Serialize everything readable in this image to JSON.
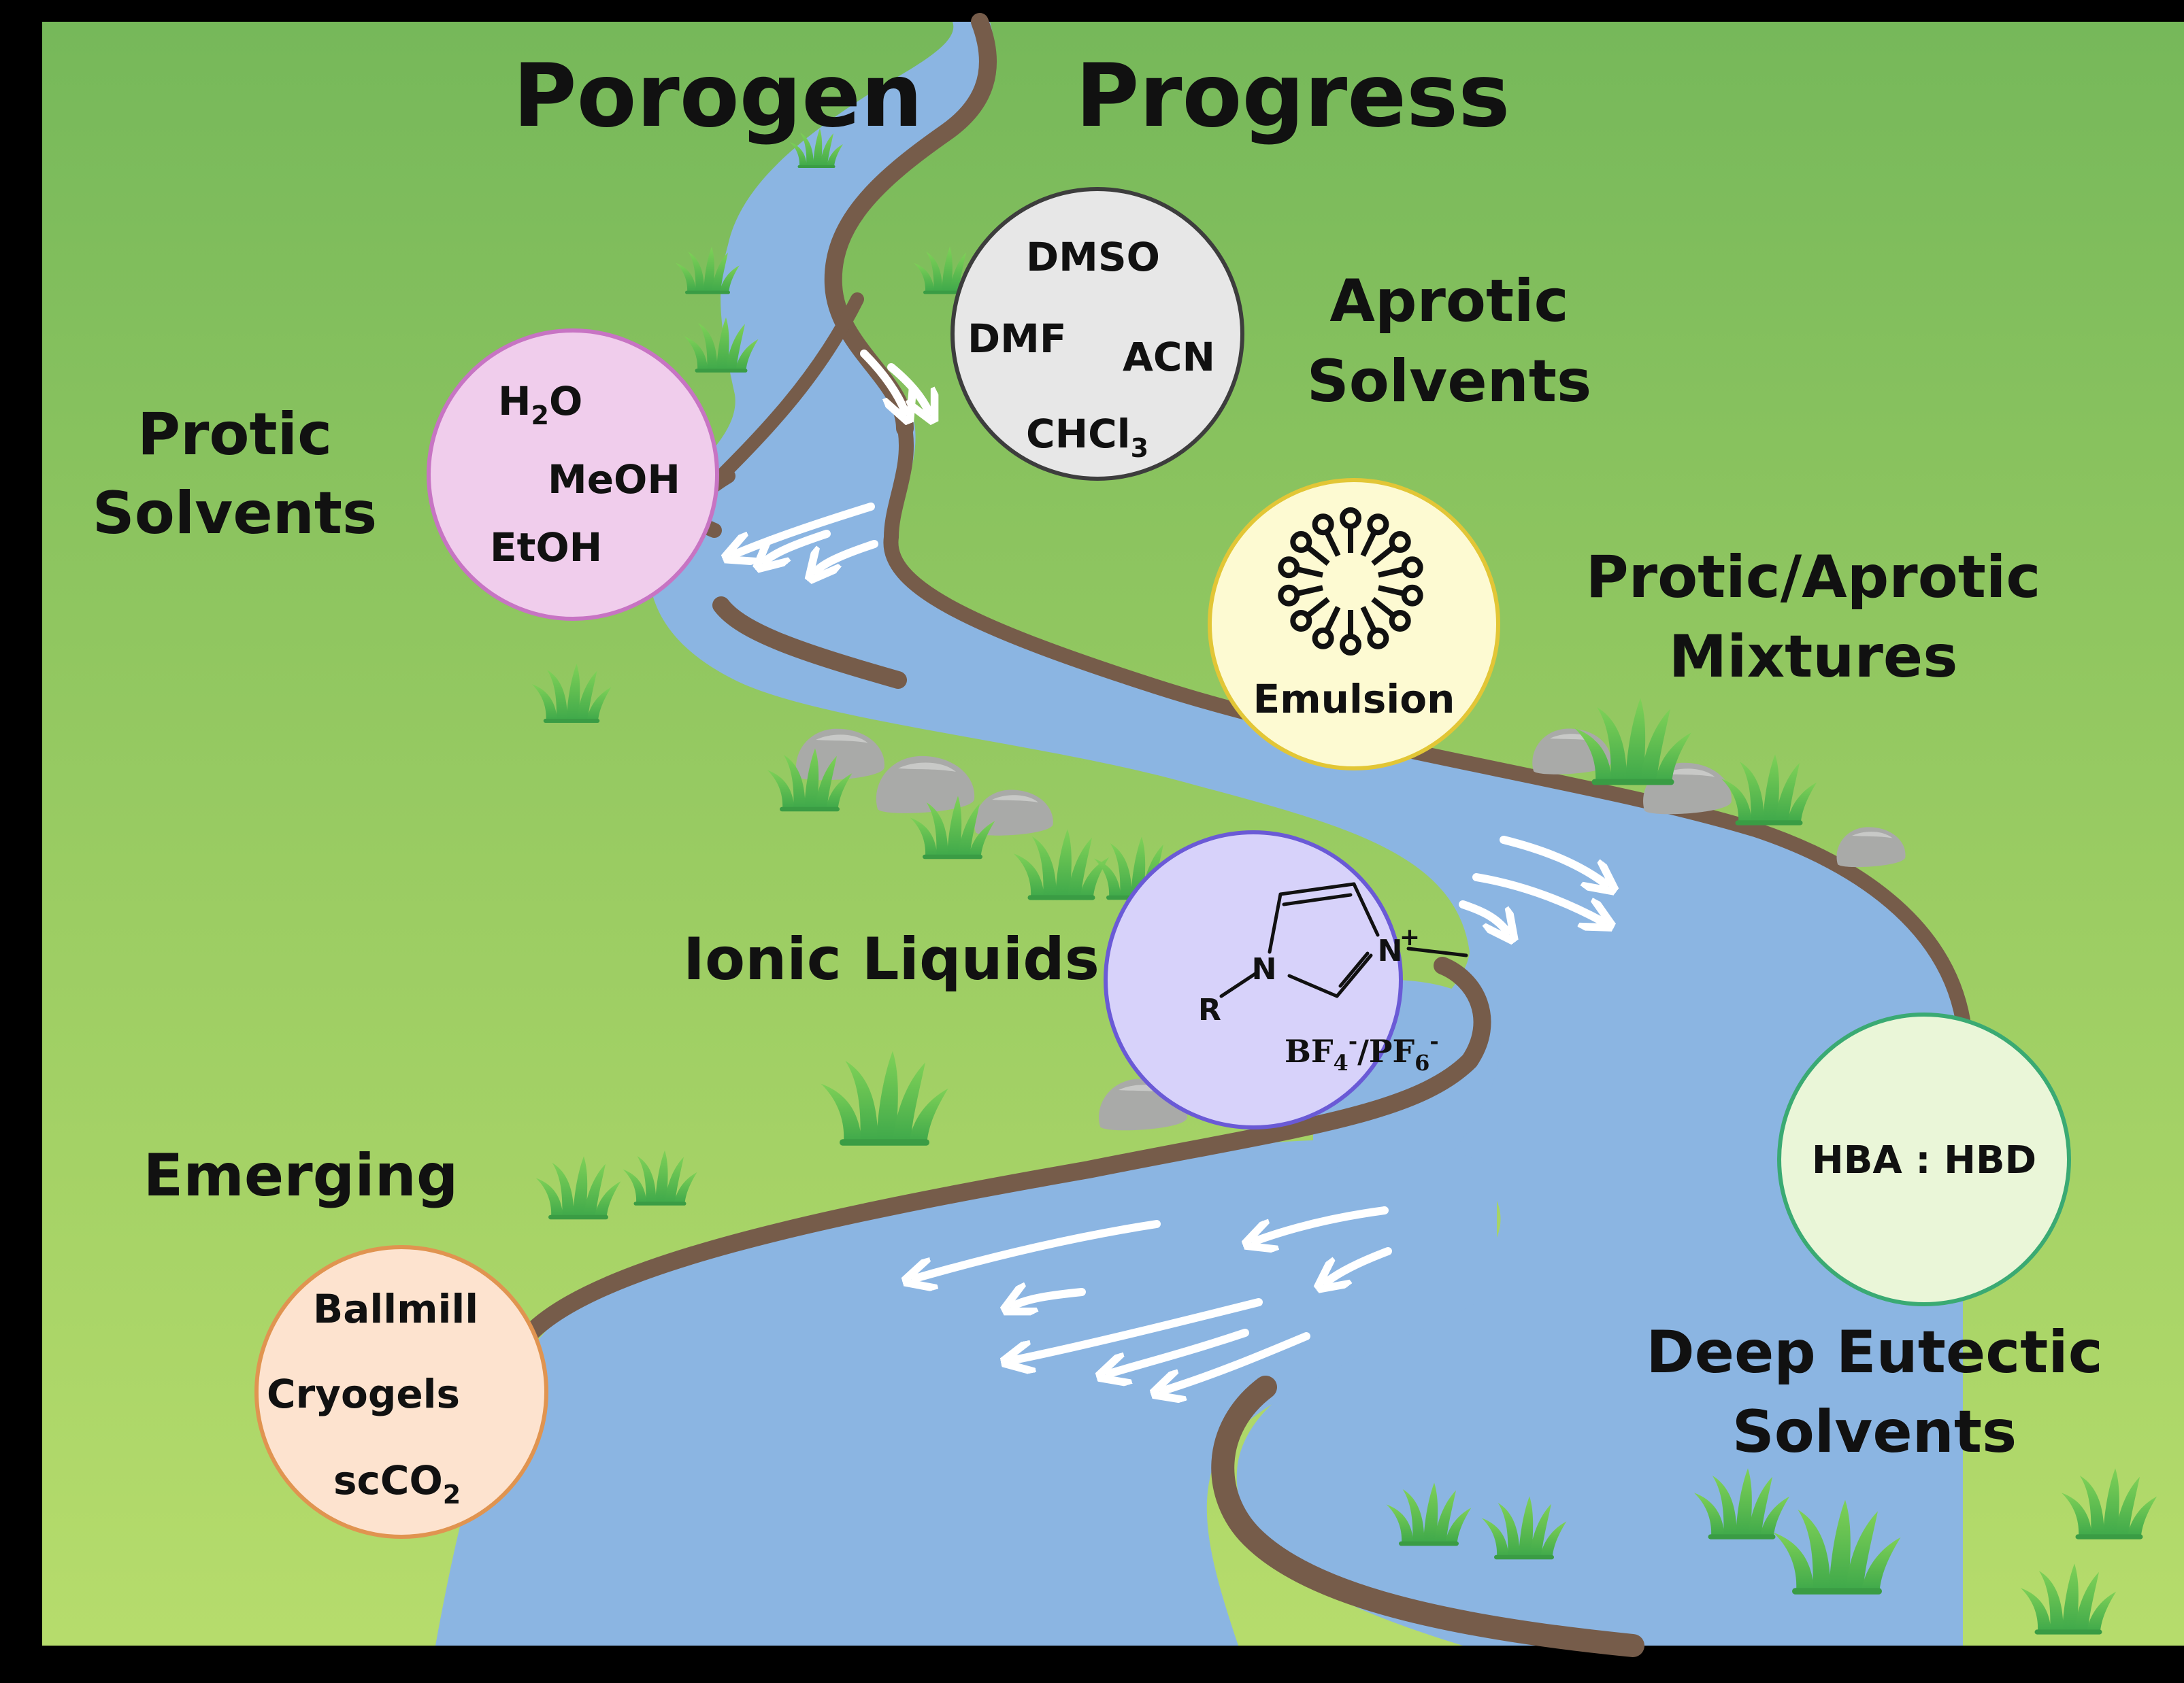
{
  "title": {
    "left": "Porogen",
    "right": "Progress"
  },
  "categories": {
    "protic": {
      "line1": "Protic",
      "line2": "Solvents",
      "items": [
        "H",
        "2",
        "O",
        "MeOH",
        "EtOH"
      ]
    },
    "aprotic": {
      "line1": "Aprotic",
      "line2": "Solvents",
      "items": [
        "DMSO",
        "DMF",
        "ACN",
        "CHCl",
        "3"
      ]
    },
    "mixtures": {
      "line1": "Protic/Aprotic",
      "line2": "Mixtures",
      "items": [
        "Emulsion"
      ]
    },
    "ionic": {
      "line1": "Ionic Liquids",
      "structure": {
        "n1": "N",
        "n2": "N",
        "plus": "+",
        "r": "R",
        "anion_bf": "BF",
        "four": "4",
        "minus1": "-",
        "slash_pf": "/PF",
        "six": "6",
        "minus2": "-"
      }
    },
    "des": {
      "line1": "Deep Eutectic",
      "line2": "Solvents",
      "items": [
        "HBA : HBD"
      ]
    },
    "emerging": {
      "line1": "Emerging",
      "items": [
        "Ballmill",
        "Cryogels",
        "scCO",
        "2"
      ]
    }
  },
  "colors": {
    "frame": "#000000",
    "grass_top": "#76b85a",
    "grass_bottom": "#b6dc6c",
    "river": "#8bb5e2",
    "bank": "#765c4a",
    "protic_fill": "#f0cdec",
    "protic_border": "#c774c3",
    "aprotic_fill": "#e7e7e7",
    "aprotic_border": "#3d3d3d",
    "emulsion_fill": "#fdfad2",
    "emulsion_border": "#e2c636",
    "ionic_fill": "#d7d2fa",
    "ionic_border": "#6a5ad6",
    "des_fill": "#eaf6d8",
    "des_border": "#3aaa73",
    "emerging_fill": "#fde3cf",
    "emerging_border": "#e09450"
  }
}
